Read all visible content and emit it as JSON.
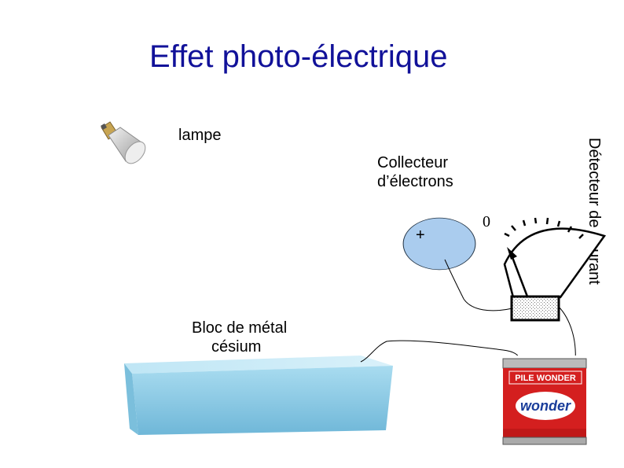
{
  "title": "Effet photo-électrique",
  "labels": {
    "lampe": "lampe",
    "collecteur_line1": "Collecteur",
    "collecteur_line2": "d’électrons",
    "bloc_line1": "Bloc de métal",
    "bloc_line2": "césium",
    "detecteur": "Détecteur de courant",
    "plus_sign": "+",
    "gauge_zero": "0"
  },
  "battery": {
    "brand_top": "PILE WONDER",
    "brand_logo": "wonder"
  },
  "colors": {
    "title": "#111199",
    "collector_fill": "#aaccee",
    "metal_block": "#8ecbe4",
    "battery_red": "#d41f1f"
  }
}
